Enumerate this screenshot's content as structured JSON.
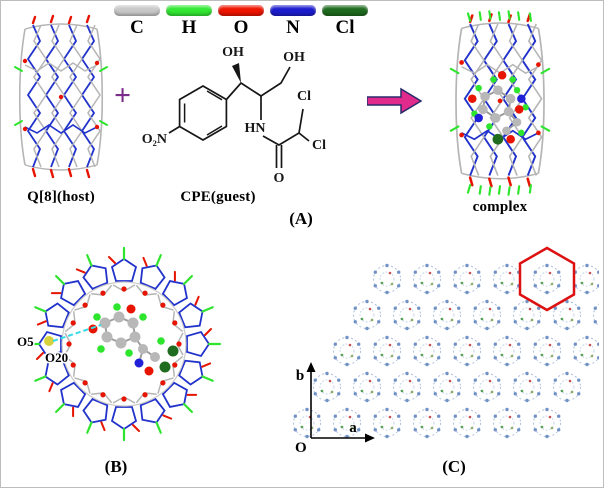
{
  "figure": {
    "legend": {
      "items": [
        {
          "label": "C",
          "color": "#c9c9c9"
        },
        {
          "label": "H",
          "color": "#33e833"
        },
        {
          "label": "O",
          "color": "#ee1500"
        },
        {
          "label": "N",
          "color": "#1d1dcf"
        },
        {
          "label": "Cl",
          "color": "#1f6b1f"
        }
      ]
    },
    "panelA": {
      "label": "(A)",
      "host_caption": "Q[8](host)",
      "plus_sign": "+",
      "guest_caption": "CPE(guest)",
      "complex_caption": "complex",
      "molecule_labels": {
        "hydroxyl_left": "OH",
        "hydroxyl_right": "OH",
        "nitro": "O₂N",
        "amide": "HN",
        "chloro_top": "Cl",
        "chloro_bottom": "Cl",
        "carbonyl_oxygen": "O"
      }
    },
    "panelB": {
      "label": "(B)",
      "atom_labels": {
        "o5": "O5",
        "o20": "O20"
      }
    },
    "panelC": {
      "label": "(C)",
      "axis_a": "a",
      "axis_b": "b",
      "origin": "O"
    },
    "colors": {
      "hbond_cyan": "#35dce8",
      "arrow_magenta": "#e02a8c",
      "unit_cell_red": "#dd1111"
    }
  }
}
